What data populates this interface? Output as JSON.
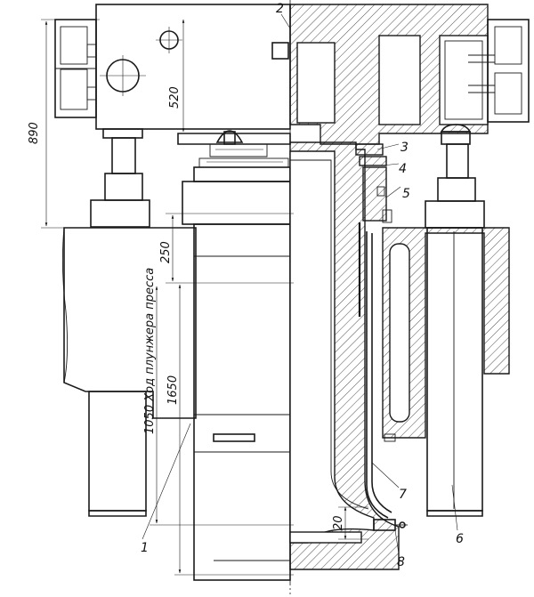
{
  "dimensions": {
    "d890": "890",
    "d520": "520",
    "d250": "250",
    "d1650": "1650",
    "stroke_text": "1050 Ход плунжера пресса",
    "d20": "20"
  },
  "callouts": [
    "1",
    "2",
    "3",
    "4",
    "5",
    "6",
    "7",
    "8"
  ]
}
